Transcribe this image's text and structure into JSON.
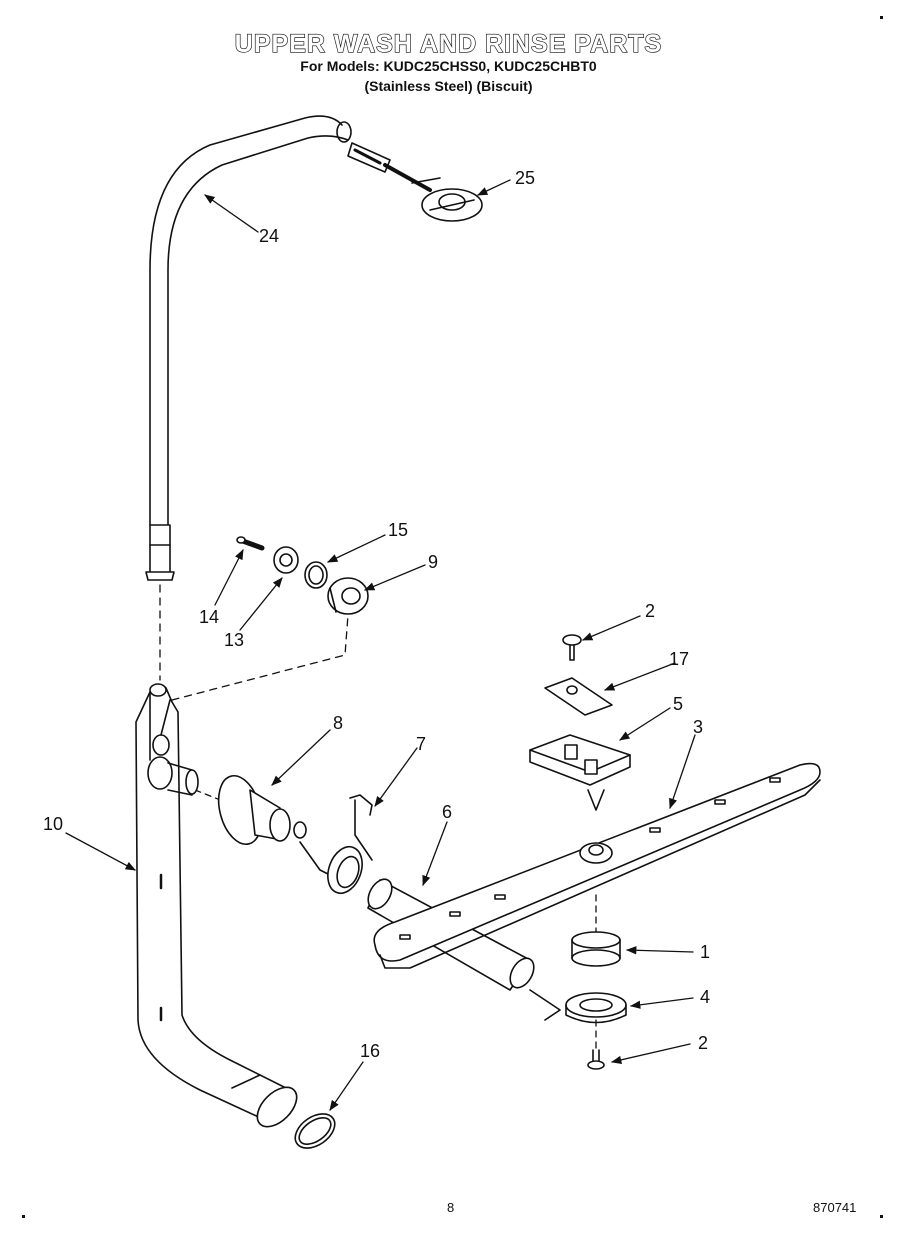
{
  "header": {
    "title": "UPPER WASH AND RINSE PARTS",
    "models_line": "For Models: KUDC25CHSS0, KUDC25CHBT0",
    "finish_line": "(Stainless Steel) (Biscuit)"
  },
  "callouts": [
    "25",
    "24",
    "15",
    "9",
    "14",
    "13",
    "2",
    "17",
    "5",
    "3",
    "8",
    "7",
    "6",
    "10",
    "1",
    "4",
    "2",
    "16"
  ],
  "footer": {
    "page_number": "8",
    "document_number": "870741"
  }
}
